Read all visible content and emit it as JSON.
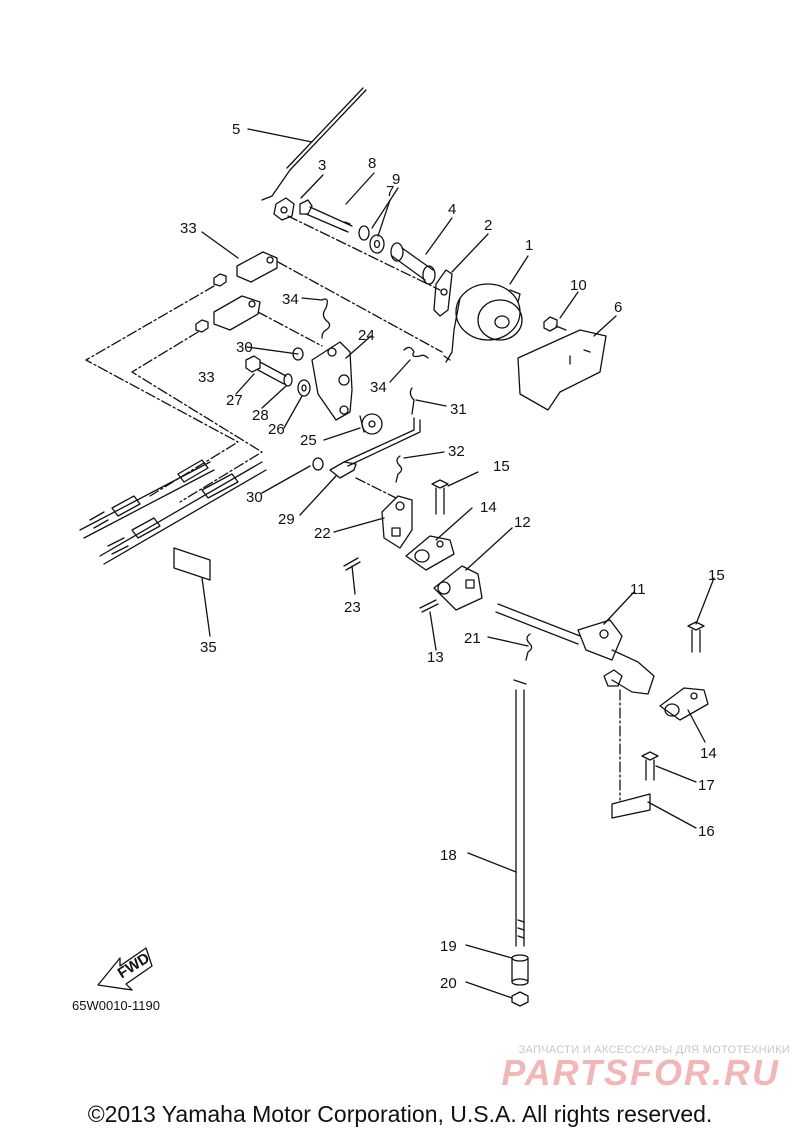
{
  "diagram": {
    "part_labels": [
      "1",
      "2",
      "3",
      "4",
      "5",
      "6",
      "7",
      "8",
      "9",
      "10",
      "11",
      "12",
      "13",
      "14",
      "14",
      "15",
      "15",
      "16",
      "17",
      "18",
      "19",
      "20",
      "21",
      "22",
      "23",
      "24",
      "25",
      "26",
      "27",
      "28",
      "29",
      "30",
      "30",
      "31",
      "32",
      "33",
      "33",
      "34",
      "34",
      "35"
    ],
    "fwd_label": "FWD",
    "drawing_code": "65W0010-1190"
  },
  "watermark": {
    "tagline": "ЗАПЧАСТИ И АКСЕССУАРЫ ДЛЯ МОТОТЕХНИКИ",
    "brand": "PARTSFOR.RU"
  },
  "footer": {
    "copyright": "©2013 Yamaha Motor Corporation, U.S.A. All rights reserved."
  },
  "colors": {
    "line": "#111111",
    "watermark_brand": "#f2b6b6",
    "watermark_tagline": "#c8c8c8"
  }
}
